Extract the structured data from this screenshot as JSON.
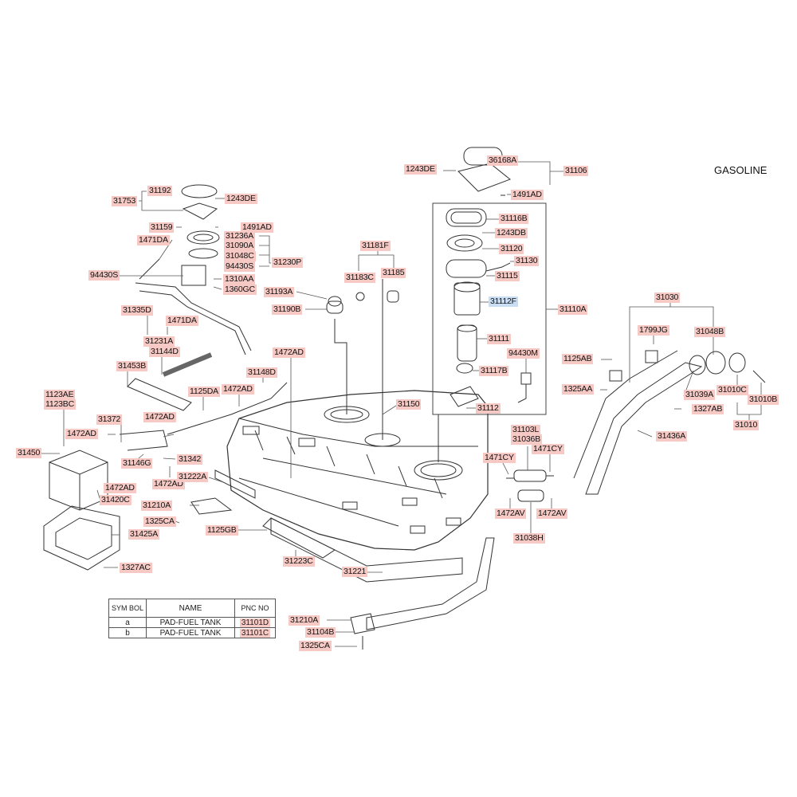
{
  "title": "GASOLINE",
  "parts": [
    {
      "id": "p1",
      "text": "36168A"
    },
    {
      "id": "p2",
      "text": "31106"
    },
    {
      "id": "p3",
      "text": "1243DE"
    },
    {
      "id": "p4",
      "text": "1491AD"
    },
    {
      "id": "p5",
      "text": "31116B"
    },
    {
      "id": "p6",
      "text": "1243DB"
    },
    {
      "id": "p7",
      "text": "31120"
    },
    {
      "id": "p8",
      "text": "31130"
    },
    {
      "id": "p9",
      "text": "31115"
    },
    {
      "id": "p10",
      "text": "31112F"
    },
    {
      "id": "p11",
      "text": "31110A"
    },
    {
      "id": "p12",
      "text": "31111"
    },
    {
      "id": "p13",
      "text": "94430M"
    },
    {
      "id": "p14",
      "text": "31117B"
    },
    {
      "id": "p15",
      "text": "31112"
    },
    {
      "id": "p16",
      "text": "31181F"
    },
    {
      "id": "p17",
      "text": "31183C"
    },
    {
      "id": "p18",
      "text": "31185"
    },
    {
      "id": "p19",
      "text": "31193A"
    },
    {
      "id": "p20",
      "text": "31190B"
    },
    {
      "id": "p21",
      "text": "31150"
    },
    {
      "id": "p22",
      "text": "31192"
    },
    {
      "id": "p23",
      "text": "31753"
    },
    {
      "id": "p24",
      "text": "1243DE"
    },
    {
      "id": "p25",
      "text": "31159"
    },
    {
      "id": "p26",
      "text": "1491AD"
    },
    {
      "id": "p27",
      "text": "1471DA"
    },
    {
      "id": "p28",
      "text": "31236A"
    },
    {
      "id": "p29",
      "text": "31090A"
    },
    {
      "id": "p30",
      "text": "31048C"
    },
    {
      "id": "p31",
      "text": "31230P"
    },
    {
      "id": "p32",
      "text": "94430S"
    },
    {
      "id": "p33",
      "text": "1310AA"
    },
    {
      "id": "p34",
      "text": "1360GC"
    },
    {
      "id": "p35",
      "text": "94430S"
    },
    {
      "id": "p36",
      "text": "31335D"
    },
    {
      "id": "p37",
      "text": "1471DA"
    },
    {
      "id": "p38",
      "text": "31231A"
    },
    {
      "id": "p39",
      "text": "31144D"
    },
    {
      "id": "p40",
      "text": "31453B"
    },
    {
      "id": "p41",
      "text": "1472AD"
    },
    {
      "id": "p42",
      "text": "31148D"
    },
    {
      "id": "p43",
      "text": "1125DA"
    },
    {
      "id": "p44",
      "text": "1472AD"
    },
    {
      "id": "p45",
      "text": "1123AE"
    },
    {
      "id": "p46",
      "text": "1123BC"
    },
    {
      "id": "p47",
      "text": "31372"
    },
    {
      "id": "p48",
      "text": "1472AD"
    },
    {
      "id": "p49",
      "text": "1472AD"
    },
    {
      "id": "p50",
      "text": "31450"
    },
    {
      "id": "p51",
      "text": "31146G"
    },
    {
      "id": "p52",
      "text": "31342"
    },
    {
      "id": "p53",
      "text": "1472AD"
    },
    {
      "id": "p54",
      "text": "1472AD"
    },
    {
      "id": "p55",
      "text": "31222A"
    },
    {
      "id": "p56",
      "text": "31420C"
    },
    {
      "id": "p57",
      "text": "31210A"
    },
    {
      "id": "p58",
      "text": "1325CA"
    },
    {
      "id": "p59",
      "text": "1125GB"
    },
    {
      "id": "p60",
      "text": "31425A"
    },
    {
      "id": "p61",
      "text": "1327AC"
    },
    {
      "id": "p62",
      "text": "31223C"
    },
    {
      "id": "p63",
      "text": "31221"
    },
    {
      "id": "p64",
      "text": "31210A"
    },
    {
      "id": "p65",
      "text": "31104B"
    },
    {
      "id": "p66",
      "text": "1325CA"
    },
    {
      "id": "p67",
      "text": "31030"
    },
    {
      "id": "p68",
      "text": "1799JG"
    },
    {
      "id": "p69",
      "text": "31048B"
    },
    {
      "id": "p70",
      "text": "1125AB"
    },
    {
      "id": "p71",
      "text": "1325AA"
    },
    {
      "id": "p72",
      "text": "31039A"
    },
    {
      "id": "p73",
      "text": "31010C"
    },
    {
      "id": "p74",
      "text": "31010B"
    },
    {
      "id": "p75",
      "text": "1327AB"
    },
    {
      "id": "p76",
      "text": "31010"
    },
    {
      "id": "p77",
      "text": "31436A"
    },
    {
      "id": "p78",
      "text": "31103L"
    },
    {
      "id": "p79",
      "text": "31036B"
    },
    {
      "id": "p80",
      "text": "1471CY"
    },
    {
      "id": "p81",
      "text": "1471CY"
    },
    {
      "id": "p82",
      "text": "1472AV"
    },
    {
      "id": "p83",
      "text": "1472AV"
    },
    {
      "id": "p84",
      "text": "31038H"
    }
  ],
  "legend": {
    "headers": [
      "SYM BOL",
      "NAME",
      "PNC NO"
    ],
    "rows": [
      {
        "sym": "a",
        "name": "PAD-FUEL TANK",
        "pnc": "31101D"
      },
      {
        "sym": "b",
        "name": "PAD-FUEL TANK",
        "pnc": "31101C"
      }
    ]
  }
}
